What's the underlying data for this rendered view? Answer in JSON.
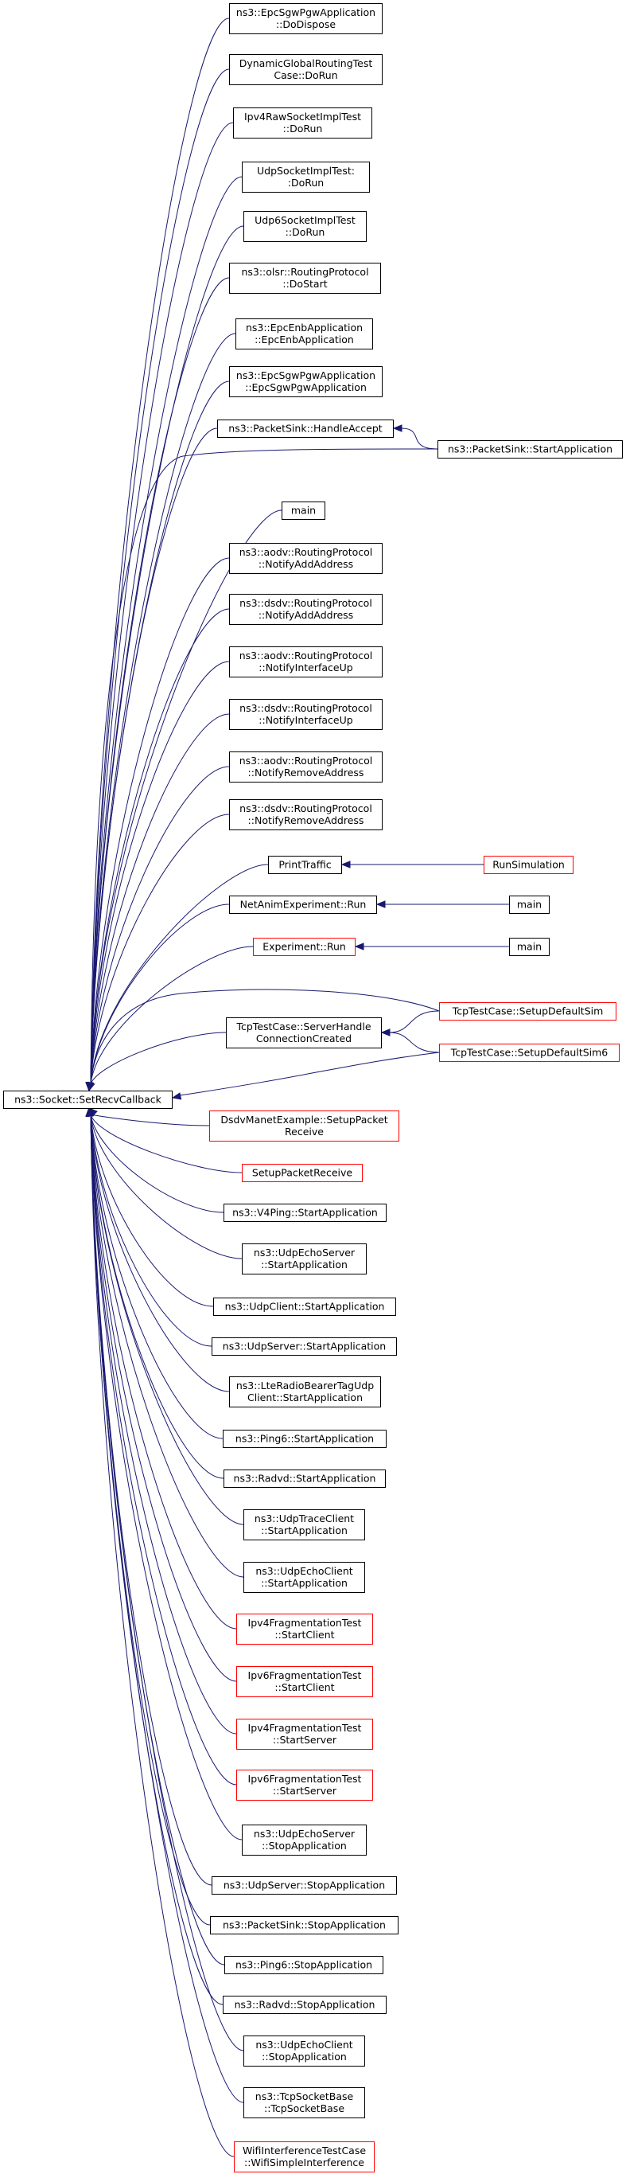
{
  "colors": {
    "edge": "#191970",
    "node_border": "#000000",
    "node_border_truncated": "#ff0000",
    "root_fill": "#bfbfbf"
  },
  "root": {
    "id": "root",
    "lines": [
      "ns3::Socket::SetRecvCallback"
    ]
  },
  "callers": [
    {
      "id": "n1",
      "lines": [
        "ns3::EpcSgwPgwApplication",
        "::DoDispose"
      ],
      "red": false
    },
    {
      "id": "n2",
      "lines": [
        "DynamicGlobalRoutingTest",
        "Case::DoRun"
      ],
      "red": false
    },
    {
      "id": "n3",
      "lines": [
        "Ipv4RawSocketImplTest",
        "::DoRun"
      ],
      "red": false
    },
    {
      "id": "n4",
      "lines": [
        "UdpSocketImplTest:",
        ":DoRun"
      ],
      "red": false
    },
    {
      "id": "n5",
      "lines": [
        "Udp6SocketImplTest",
        "::DoRun"
      ],
      "red": false
    },
    {
      "id": "n6",
      "lines": [
        "ns3::olsr::RoutingProtocol",
        "::DoStart"
      ],
      "red": false
    },
    {
      "id": "n7",
      "lines": [
        "ns3::EpcEnbApplication",
        "::EpcEnbApplication"
      ],
      "red": false
    },
    {
      "id": "n8",
      "lines": [
        "ns3::EpcSgwPgwApplication",
        "::EpcSgwPgwApplication"
      ],
      "red": false
    },
    {
      "id": "n9",
      "lines": [
        "ns3::PacketSink::HandleAccept"
      ],
      "red": false
    },
    {
      "id": "n10",
      "lines": [
        "main"
      ],
      "red": false
    },
    {
      "id": "n11",
      "lines": [
        "ns3::aodv::RoutingProtocol",
        "::NotifyAddAddress"
      ],
      "red": false
    },
    {
      "id": "n12",
      "lines": [
        "ns3::dsdv::RoutingProtocol",
        "::NotifyAddAddress"
      ],
      "red": false
    },
    {
      "id": "n13",
      "lines": [
        "ns3::aodv::RoutingProtocol",
        "::NotifyInterfaceUp"
      ],
      "red": false
    },
    {
      "id": "n14",
      "lines": [
        "ns3::dsdv::RoutingProtocol",
        "::NotifyInterfaceUp"
      ],
      "red": false
    },
    {
      "id": "n15",
      "lines": [
        "ns3::aodv::RoutingProtocol",
        "::NotifyRemoveAddress"
      ],
      "red": false
    },
    {
      "id": "n16",
      "lines": [
        "ns3::dsdv::RoutingProtocol",
        "::NotifyRemoveAddress"
      ],
      "red": false
    },
    {
      "id": "n17",
      "lines": [
        "PrintTraffic"
      ],
      "red": false
    },
    {
      "id": "n18",
      "lines": [
        "NetAnimExperiment::Run"
      ],
      "red": false
    },
    {
      "id": "n19",
      "lines": [
        "Experiment::Run"
      ],
      "red": true
    },
    {
      "id": "n20",
      "lines": [
        "TcpTestCase::ServerHandle",
        "ConnectionCreated"
      ],
      "red": false
    },
    {
      "id": "n21",
      "lines": [
        "DsdvManetExample::SetupPacket",
        "Receive"
      ],
      "red": true
    },
    {
      "id": "n22",
      "lines": [
        "SetupPacketReceive"
      ],
      "red": true
    },
    {
      "id": "n23",
      "lines": [
        "ns3::V4Ping::StartApplication"
      ],
      "red": false
    },
    {
      "id": "n24",
      "lines": [
        "ns3::UdpEchoServer",
        "::StartApplication"
      ],
      "red": false
    },
    {
      "id": "n25",
      "lines": [
        "ns3::UdpClient::StartApplication"
      ],
      "red": false
    },
    {
      "id": "n26",
      "lines": [
        "ns3::UdpServer::StartApplication"
      ],
      "red": false
    },
    {
      "id": "n27",
      "lines": [
        "ns3::LteRadioBearerTagUdp",
        "Client::StartApplication"
      ],
      "red": false
    },
    {
      "id": "n28",
      "lines": [
        "ns3::Ping6::StartApplication"
      ],
      "red": false
    },
    {
      "id": "n29",
      "lines": [
        "ns3::Radvd::StartApplication"
      ],
      "red": false
    },
    {
      "id": "n30",
      "lines": [
        "ns3::UdpTraceClient",
        "::StartApplication"
      ],
      "red": false
    },
    {
      "id": "n31",
      "lines": [
        "ns3::UdpEchoClient",
        "::StartApplication"
      ],
      "red": false
    },
    {
      "id": "n32",
      "lines": [
        "Ipv4FragmentationTest",
        "::StartClient"
      ],
      "red": true
    },
    {
      "id": "n33",
      "lines": [
        "Ipv6FragmentationTest",
        "::StartClient"
      ],
      "red": true
    },
    {
      "id": "n34",
      "lines": [
        "Ipv4FragmentationTest",
        "::StartServer"
      ],
      "red": true
    },
    {
      "id": "n35",
      "lines": [
        "Ipv6FragmentationTest",
        "::StartServer"
      ],
      "red": true
    },
    {
      "id": "n36",
      "lines": [
        "ns3::UdpEchoServer",
        "::StopApplication"
      ],
      "red": false
    },
    {
      "id": "n37",
      "lines": [
        "ns3::UdpServer::StopApplication"
      ],
      "red": false
    },
    {
      "id": "n38",
      "lines": [
        "ns3::PacketSink::StopApplication"
      ],
      "red": false
    },
    {
      "id": "n39",
      "lines": [
        "ns3::Ping6::StopApplication"
      ],
      "red": false
    },
    {
      "id": "n40",
      "lines": [
        "ns3::Radvd::StopApplication"
      ],
      "red": false
    },
    {
      "id": "n41",
      "lines": [
        "ns3::UdpEchoClient",
        "::StopApplication"
      ],
      "red": false
    },
    {
      "id": "n42",
      "lines": [
        "ns3::TcpSocketBase",
        "::TcpSocketBase"
      ],
      "red": false
    },
    {
      "id": "n43",
      "lines": [
        "WifiInterferenceTestCase",
        "::WifiSimpleInterference"
      ],
      "red": true
    }
  ],
  "outer": [
    {
      "id": "o1",
      "lines": [
        "ns3::PacketSink::StartApplication"
      ],
      "red": false
    },
    {
      "id": "o2",
      "lines": [
        "RunSimulation"
      ],
      "red": true
    },
    {
      "id": "o3",
      "lines": [
        "main"
      ],
      "red": false
    },
    {
      "id": "o4",
      "lines": [
        "main"
      ],
      "red": false
    },
    {
      "id": "o5",
      "lines": [
        "TcpTestCase::SetupDefaultSim"
      ],
      "red": true
    },
    {
      "id": "o6",
      "lines": [
        "TcpTestCase::SetupDefaultSim6"
      ],
      "red": true
    }
  ],
  "edges": [
    {
      "from": "o1",
      "to": "n9"
    },
    {
      "from": "o1",
      "to": "root"
    },
    {
      "from": "o2",
      "to": "n17"
    },
    {
      "from": "o3",
      "to": "n18"
    },
    {
      "from": "o4",
      "to": "n19"
    },
    {
      "from": "o5",
      "to": "n20"
    },
    {
      "from": "o6",
      "to": "n20"
    },
    {
      "from": "o5",
      "to": "root"
    },
    {
      "from": "o6",
      "to": "root"
    }
  ]
}
